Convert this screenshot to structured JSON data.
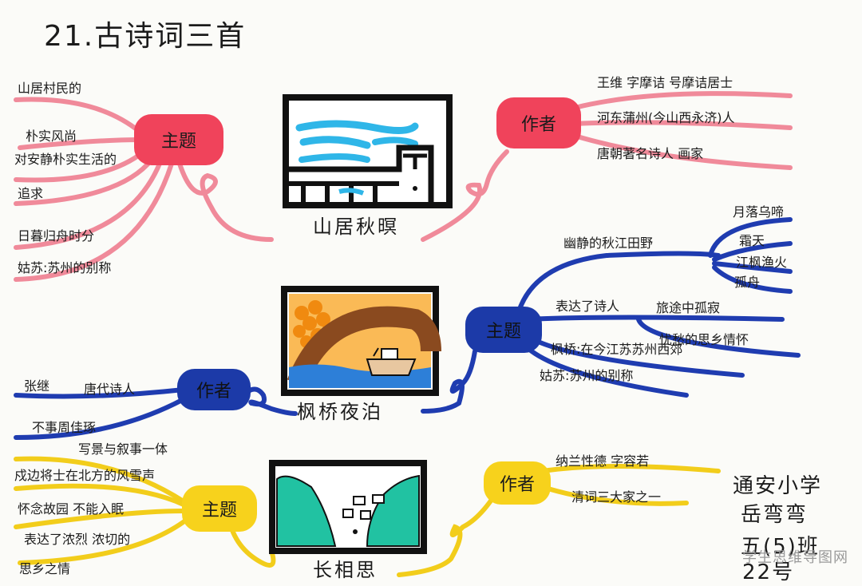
{
  "title": "21.古诗词三首",
  "poem1": {
    "title": "山居秋暝",
    "theme_node": "主题",
    "author_node": "作者",
    "theme_items": [
      "山居村民的",
      "朴实风尚",
      "对安静朴实生活的",
      "追求",
      "日暮归舟时分",
      "姑苏:苏州的别称"
    ],
    "author_items": [
      "王维 字摩诘 号摩诘居士",
      "河东蒲州(今山西永济)人",
      "唐朝著名诗人 画家"
    ]
  },
  "poem2": {
    "title": "枫桥夜泊",
    "theme_node": "主题",
    "author_node": "作者",
    "author_items": [
      "张继",
      "唐代诗人",
      "不事周佳琢",
      "写景与叙事一体"
    ],
    "theme_items": [
      "幽静的秋江田野",
      "表达了诗人",
      "旅途中孤寂",
      "忧愁的思乡情怀",
      "枫桥:在今江苏苏州西郊",
      "姑苏:苏州的别称"
    ],
    "scene_items": [
      "月落乌啼",
      "霜天",
      "江枫渔火",
      "孤舟"
    ]
  },
  "poem3": {
    "title": "长相思",
    "theme_node": "主题",
    "author_node": "作者",
    "theme_items": [
      "戍边将士在北方的风雪声",
      "怀念故园 不能入眠",
      "表达了浓烈 浓切的",
      "思乡之情"
    ],
    "author_items": [
      "纳兰性德 字容若",
      "清词三大家之一"
    ]
  },
  "signature": {
    "school": "通安小学",
    "name": "岳弯弯",
    "class": "五(5)班",
    "number": "22号"
  },
  "watermark": "学生思维导图网"
}
